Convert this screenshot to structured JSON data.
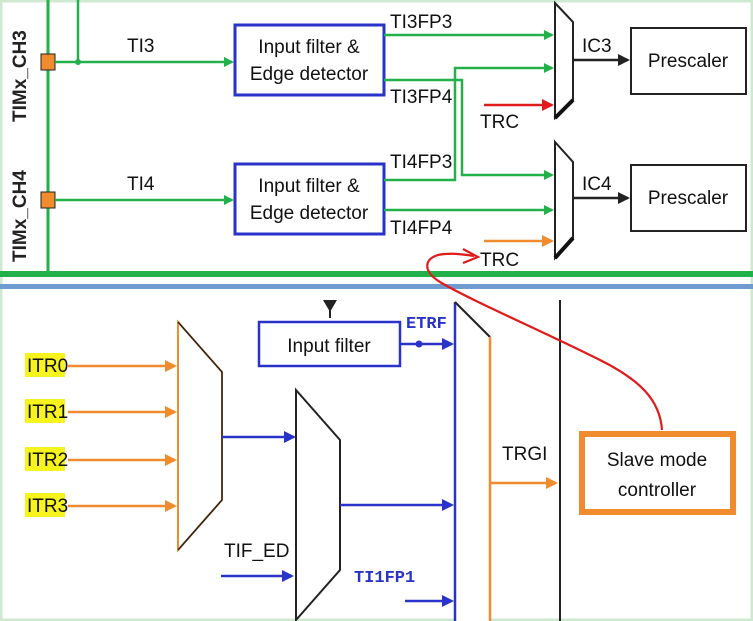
{
  "top": {
    "pins": [
      "TIMx_CH3",
      "TIMx_CH4"
    ],
    "channels": [
      {
        "input": "TI3",
        "filter": [
          "Input filter &",
          "Edge detector"
        ],
        "fp_a": "TI3FP3",
        "fp_b": "TI3FP4",
        "trc": "TRC",
        "ic": "IC3",
        "prescaler": "Prescaler"
      },
      {
        "input": "TI4",
        "filter": [
          "Input filter &",
          "Edge detector"
        ],
        "fp_a": "TI4FP3",
        "fp_b": "TI4FP4",
        "trc": "TRC",
        "ic": "IC4",
        "prescaler": "Prescaler"
      }
    ]
  },
  "bottom": {
    "itr": [
      "ITR0",
      "ITR1",
      "ITR2",
      "ITR3"
    ],
    "input_filter": "Input filter",
    "etrf": "ETRF",
    "tif_ed": "TIF_ED",
    "ti1fp1": "TI1FP1",
    "trgi": "TRGI",
    "slave": [
      "Slave mode",
      "controller"
    ]
  },
  "colors": {
    "green": "#22b04a",
    "blue": "#2a33c9",
    "orange": "#f08c2d",
    "red": "#e01b1b",
    "highlight": "#f7f31c",
    "bg_border": "#cfe9d0"
  }
}
